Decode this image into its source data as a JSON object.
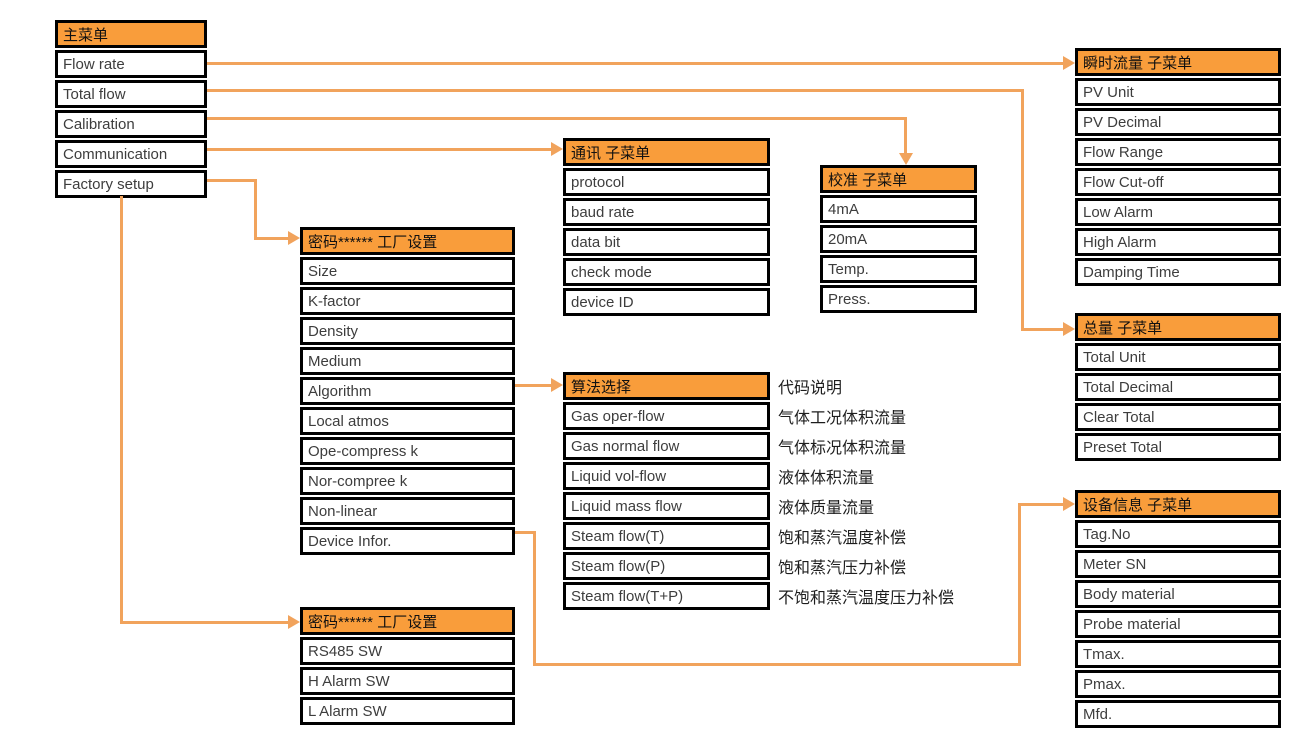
{
  "colors": {
    "header_bg": "#f99d3b",
    "connector": "#f1a35c",
    "border": "#000000",
    "cell_text": "#3d3d3d"
  },
  "menus": {
    "main": {
      "title": "主菜单",
      "items": [
        "Flow rate",
        "Total flow",
        "Calibration",
        "Communication",
        "Factory setup"
      ]
    },
    "communication": {
      "title": "通讯 子菜单",
      "items": [
        "protocol",
        "baud rate",
        "data bit",
        "check mode",
        "device ID"
      ]
    },
    "calibration": {
      "title": "校准 子菜单",
      "items": [
        "4mA",
        "20mA",
        "Temp.",
        "Press."
      ]
    },
    "instant_flow": {
      "title": "瞬时流量 子菜单",
      "items": [
        "PV Unit",
        "PV Decimal",
        "Flow Range",
        "Flow Cut-off",
        "Low Alarm",
        "High Alarm",
        "Damping Time"
      ]
    },
    "total_flow": {
      "title": "总量 子菜单",
      "items": [
        "Total Unit",
        "Total Decimal",
        "Clear Total",
        "Preset Total"
      ]
    },
    "device_info": {
      "title": "设备信息 子菜单",
      "items": [
        "Tag.No",
        "Meter SN",
        "Body material",
        "Probe material",
        "Tmax.",
        "Pmax.",
        "Mfd."
      ]
    },
    "factory_setup": {
      "title": "密码****** 工厂设置",
      "items": [
        "Size",
        "K-factor",
        "Density",
        "Medium",
        "Algorithm",
        "Local atmos",
        "Ope-compress k",
        "Nor-compree k",
        "Non-linear",
        "Device Infor."
      ]
    },
    "algorithm": {
      "title": "算法选择",
      "items": [
        "Gas oper-flow",
        "Gas normal flow",
        "Liquid vol-flow",
        "Liquid mass flow",
        "Steam flow(T)",
        "Steam flow(P)",
        "Steam flow(T+P)"
      ]
    },
    "factory_setup_sw": {
      "title": "密码****** 工厂设置",
      "items": [
        "RS485 SW",
        "H Alarm SW",
        "L Alarm SW"
      ]
    }
  },
  "algorithm_descriptions": {
    "title": "代码说明",
    "items": [
      "气体工况体积流量",
      "气体标况体积流量",
      "液体体积流量",
      "液体质量流量",
      "饱和蒸汽温度补偿",
      "饱和蒸汽压力补偿",
      "不饱和蒸汽温度压力补偿"
    ]
  }
}
